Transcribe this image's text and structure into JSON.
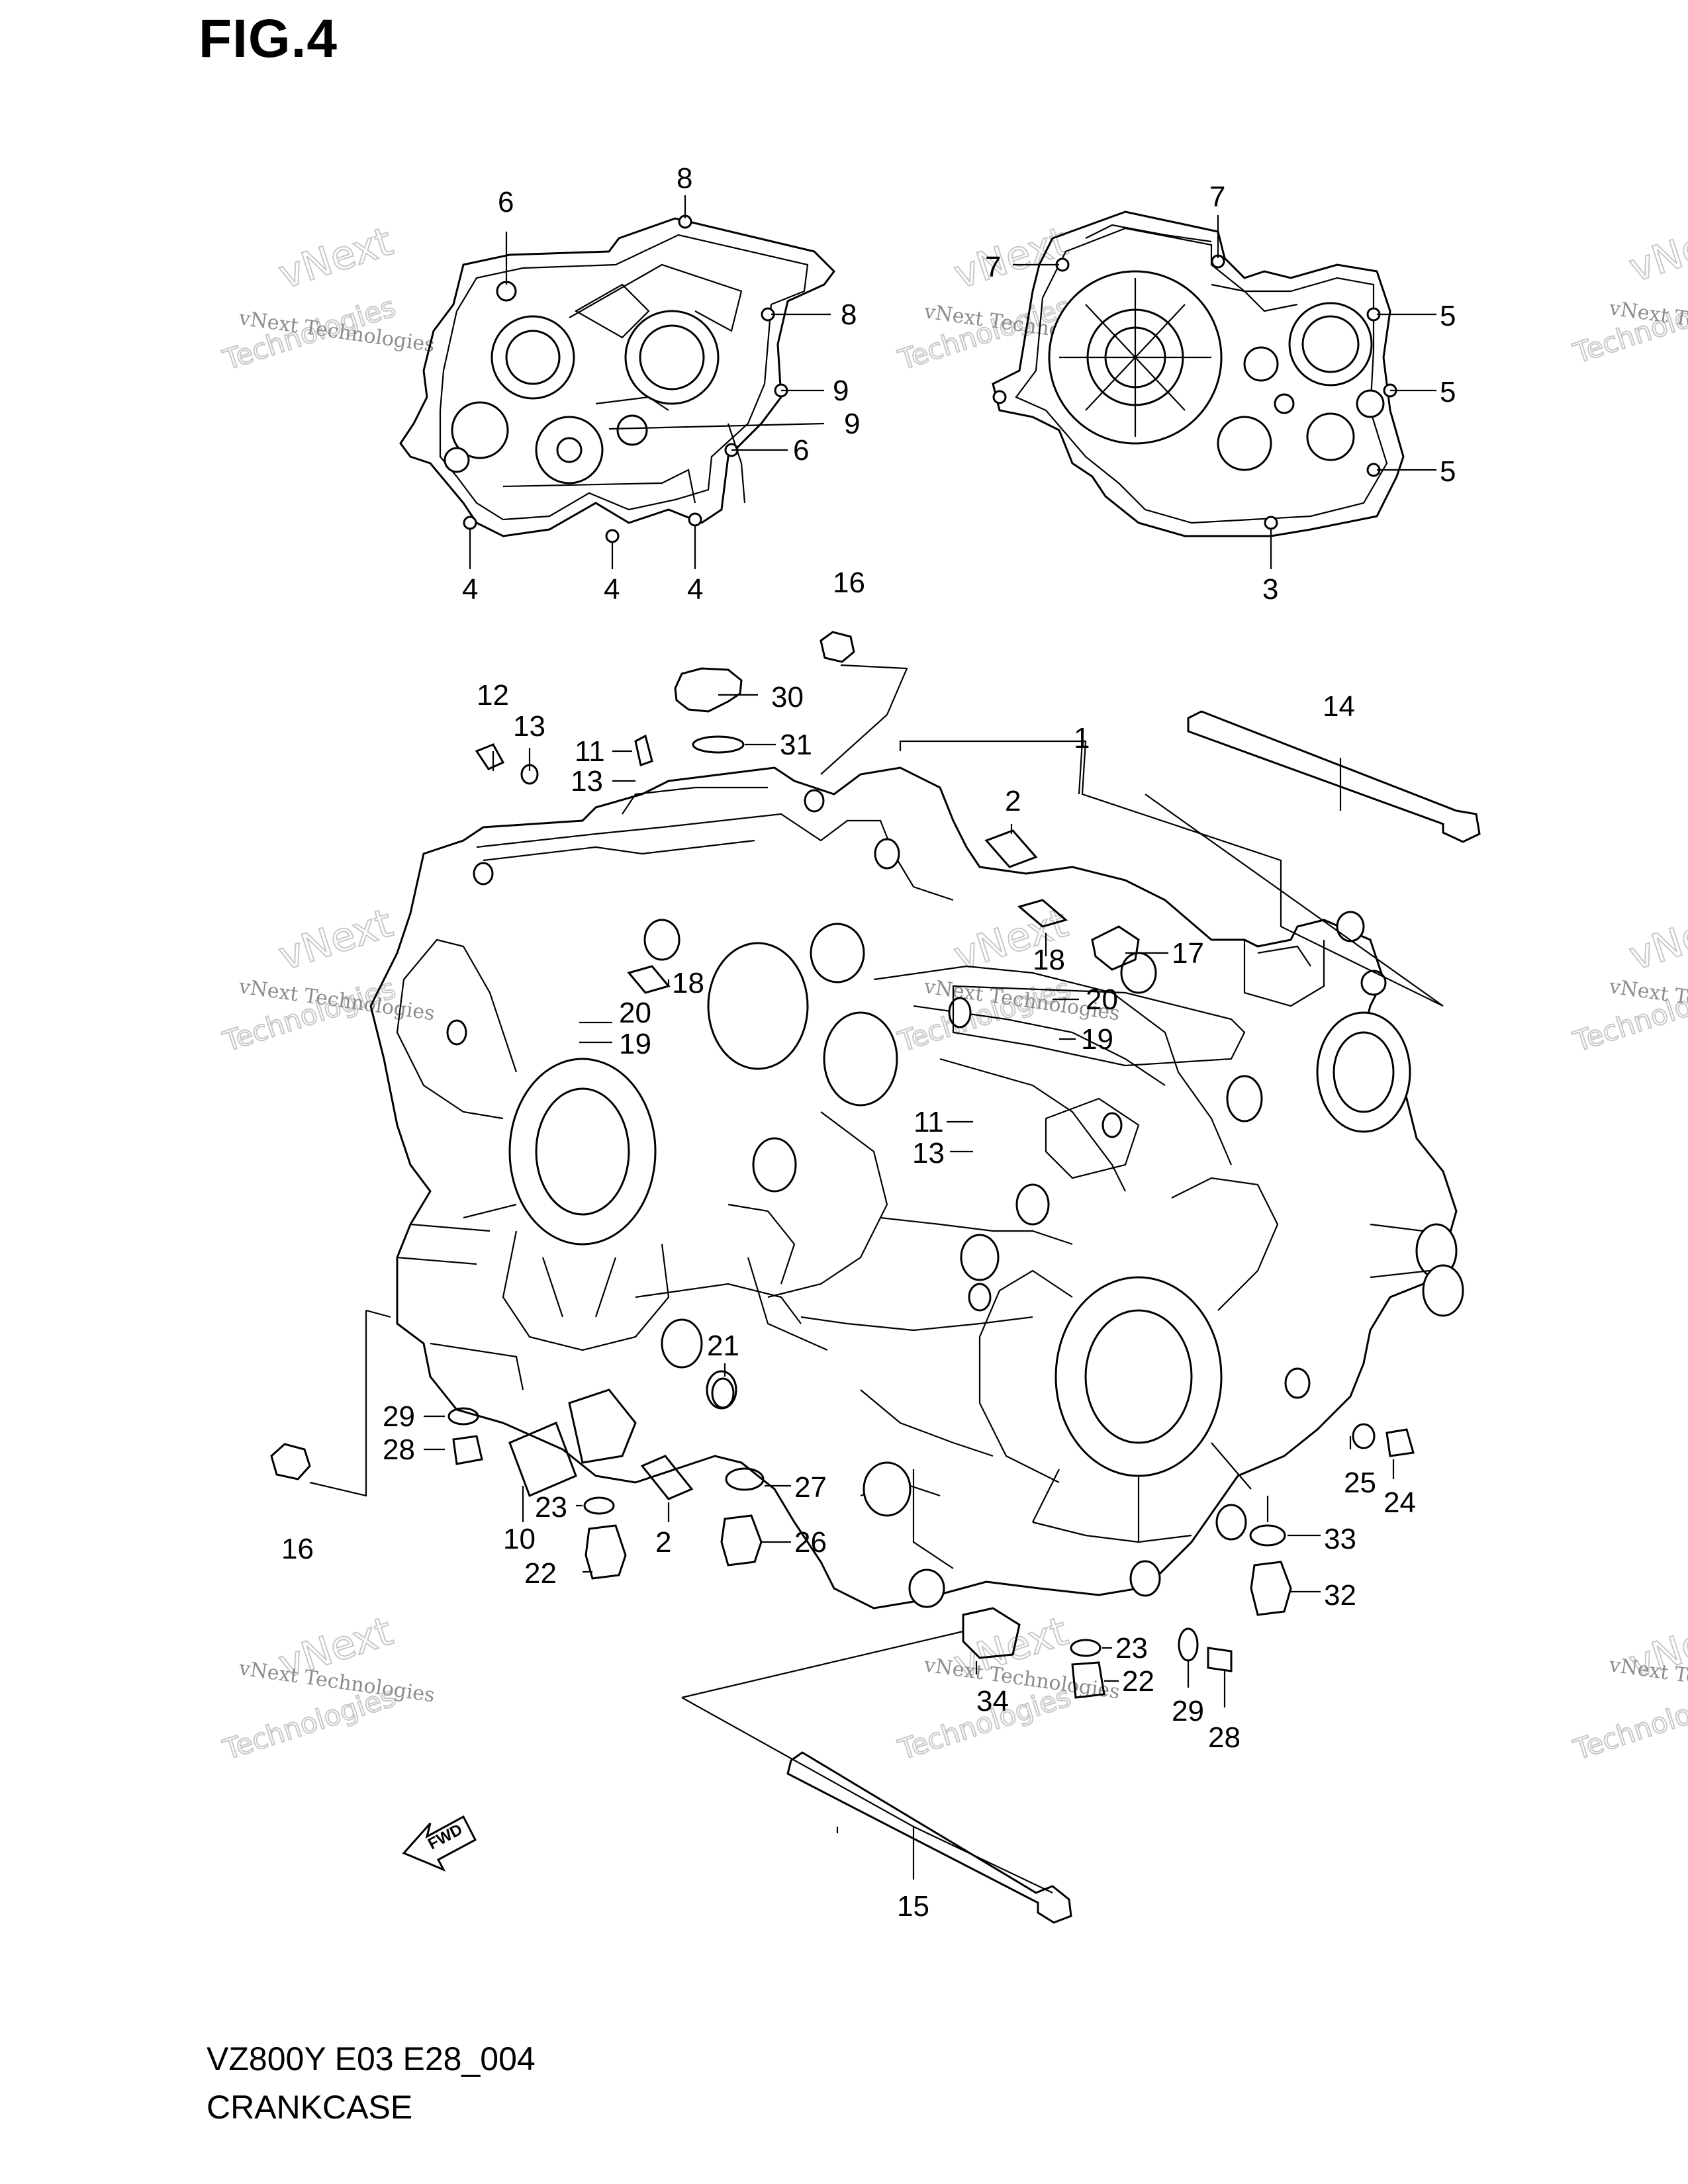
{
  "figure_title": "FIG.4",
  "model_code": "VZ800Y E03 E28_004",
  "section_title": "CRANKCASE",
  "watermark_line1": "vNext Technologies",
  "watermark_line2a": "vNext",
  "watermark_line2b": "Technologies",
  "fwd_label": "FWD",
  "part_labels": {
    "p1": "1",
    "p2a": "2",
    "p2b": "2",
    "p3": "3",
    "p4a": "4",
    "p4b": "4",
    "p4c": "4",
    "p5a": "5",
    "p5b": "5",
    "p5c": "5",
    "p6a": "6",
    "p6b": "6",
    "p7a": "7",
    "p7b": "7",
    "p8a": "8",
    "p8b": "8",
    "p9a": "9",
    "p9b": "9",
    "p10": "10",
    "p11a": "11",
    "p11b": "11",
    "p12": "12",
    "p13a": "13",
    "p13b": "13",
    "p13c": "13",
    "p14": "14",
    "p15": "15",
    "p16a": "16",
    "p16b": "16",
    "p17": "17",
    "p18a": "18",
    "p18b": "18",
    "p19a": "19",
    "p19b": "19",
    "p20a": "20",
    "p20b": "20",
    "p21": "21",
    "p22a": "22",
    "p22b": "22",
    "p23a": "23",
    "p23b": "23",
    "p24": "24",
    "p25": "25",
    "p26": "26",
    "p27": "27",
    "p28a": "28",
    "p28b": "28",
    "p29a": "29",
    "p29b": "29",
    "p30": "30",
    "p31": "31",
    "p32": "32",
    "p33": "33",
    "p34": "34"
  }
}
